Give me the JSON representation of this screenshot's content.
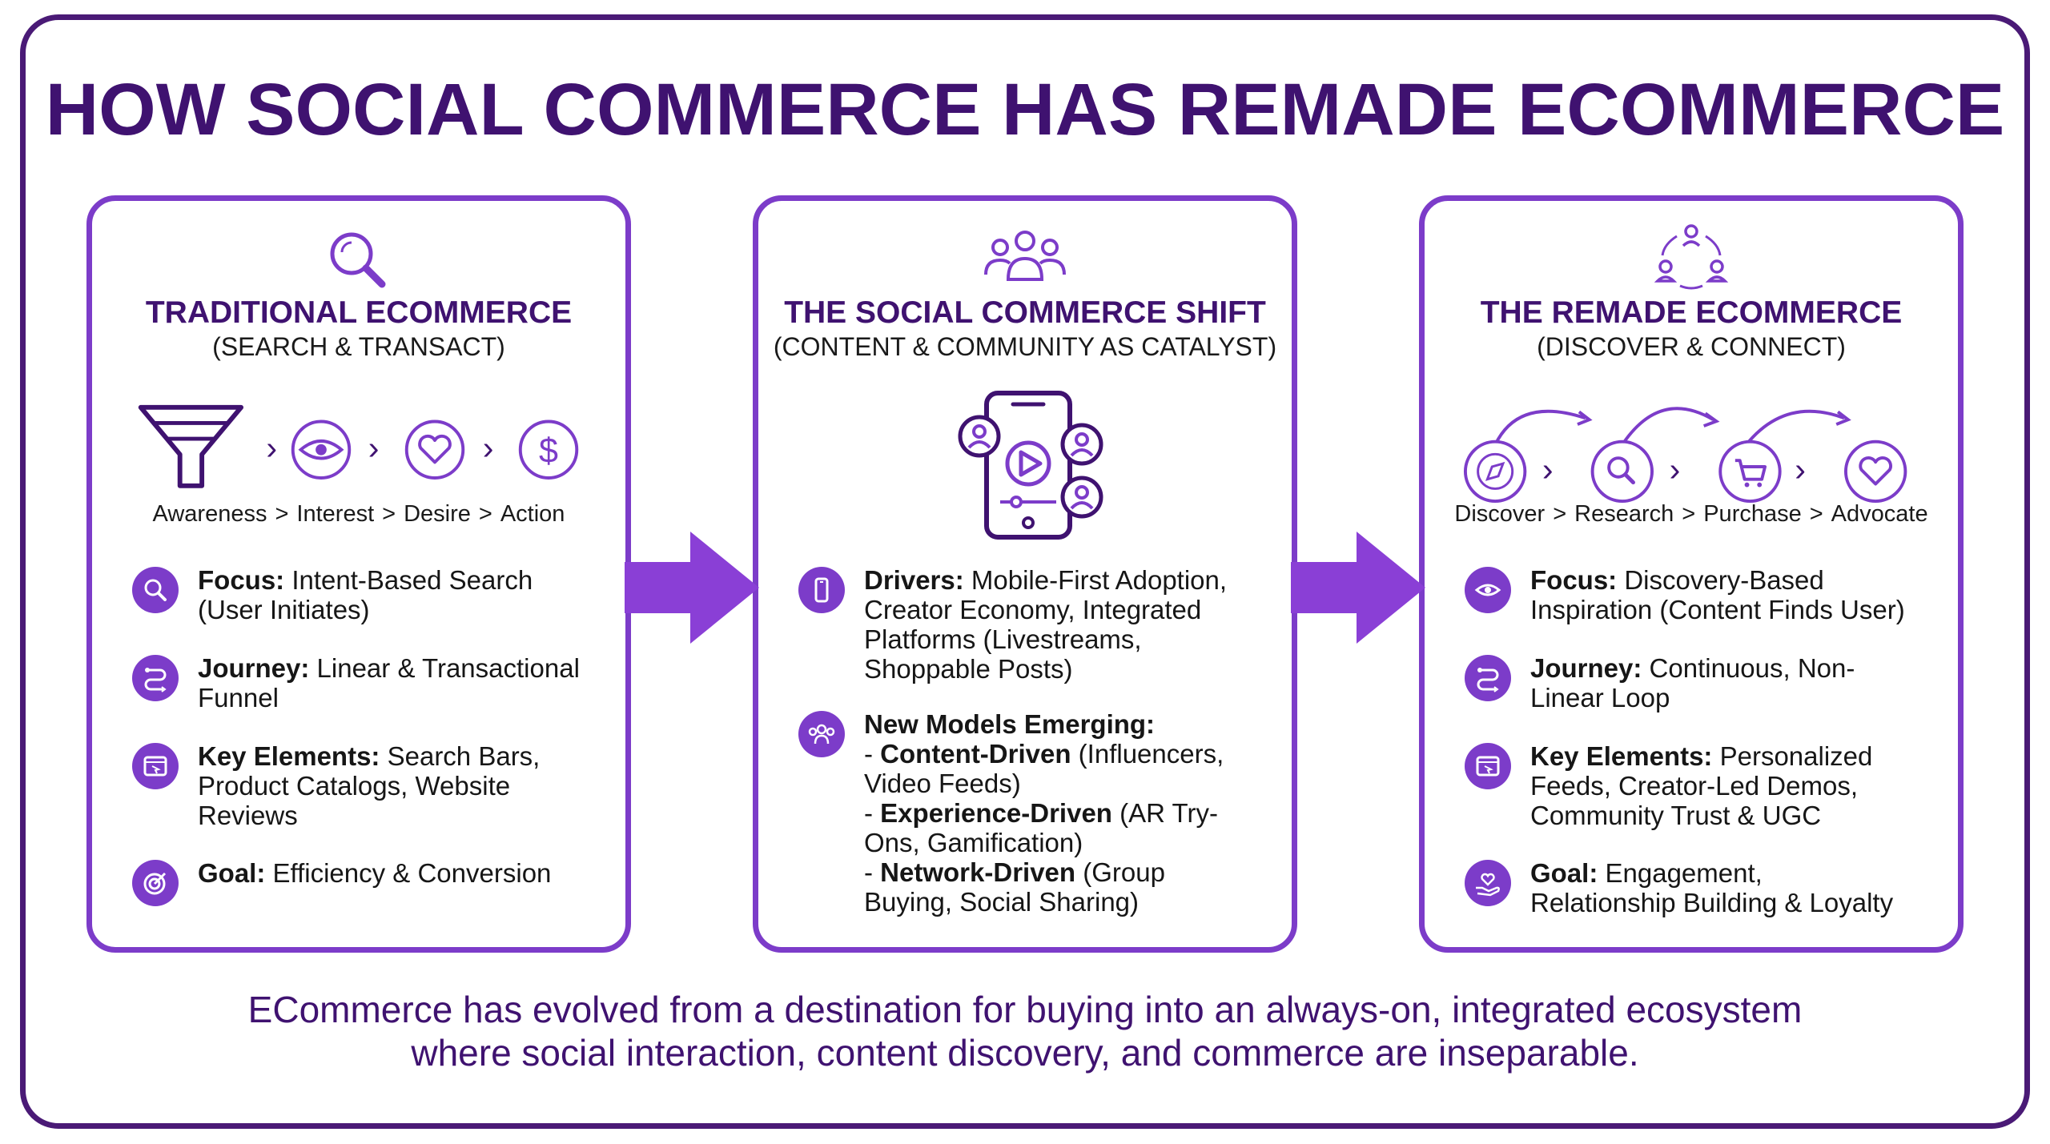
{
  "title": "HOW SOCIAL COMMERCE HAS REMADE ECOMMERCE",
  "panels": [
    {
      "icon": "magnifier-icon",
      "title": "TRADITIONAL ECOMMERCE",
      "subtitle": "(SEARCH & TRANSACT)",
      "flow": [
        "Awareness",
        "Interest",
        "Desire",
        "Action"
      ],
      "items": [
        {
          "label": "Focus:",
          "text": " Intent-Based Search (User Initiates)"
        },
        {
          "label": "Journey:",
          "text": " Linear & Transactional Funnel"
        },
        {
          "label": "Key Elements:",
          "text": " Search Bars, Product Catalogs, Website Reviews"
        },
        {
          "label": "Goal:",
          "text": " Efficiency & Conversion"
        }
      ]
    },
    {
      "icon": "community-icon",
      "title": "THE SOCIAL COMMERCE SHIFT",
      "subtitle": "(CONTENT & COMMUNITY AS CATALYST)",
      "items": [
        {
          "label": "Drivers:",
          "text": " Mobile-First Adoption, Creator Economy, Integrated Platforms (Livestreams, Shoppable Posts)"
        },
        {
          "label": "New Models Emerging:",
          "text": "",
          "sub": [
            {
              "dash": "- ",
              "label": "Content-Driven",
              "text": " (Influencers, Video Feeds)"
            },
            {
              "dash": "- ",
              "label": "Experience-Driven",
              "text": " (AR Try-Ons, Gamification)"
            },
            {
              "dash": "- ",
              "label": "Network-Driven",
              "text": " (Group Buying, Social Sharing)"
            }
          ]
        }
      ]
    },
    {
      "icon": "network-cycle-icon",
      "title": "THE REMADE ECOMMERCE",
      "subtitle": "(DISCOVER & CONNECT)",
      "flow": [
        "Discover",
        "Research",
        "Purchase",
        "Advocate"
      ],
      "items": [
        {
          "label": "Focus:",
          "text": " Discovery-Based Inspiration (Content Finds User)"
        },
        {
          "label": "Journey:",
          "text": " Continuous, Non-Linear Loop"
        },
        {
          "label": "Key Elements:",
          "text": " Personalized Feeds, Creator-Led Demos, Community Trust & UGC"
        },
        {
          "label": "Goal:",
          "text": " Engagement, Relationship Building & Loyalty"
        }
      ]
    }
  ],
  "separator": ">",
  "footer": [
    "ECommerce has evolved from a destination for buying into an always-on, integrated ecosystem",
    "where social interaction, content discovery, and commerce are inseparable."
  ],
  "colors": {
    "primary": "#7c3cc9",
    "dark": "#3f1270",
    "frame": "#4a1a76"
  }
}
